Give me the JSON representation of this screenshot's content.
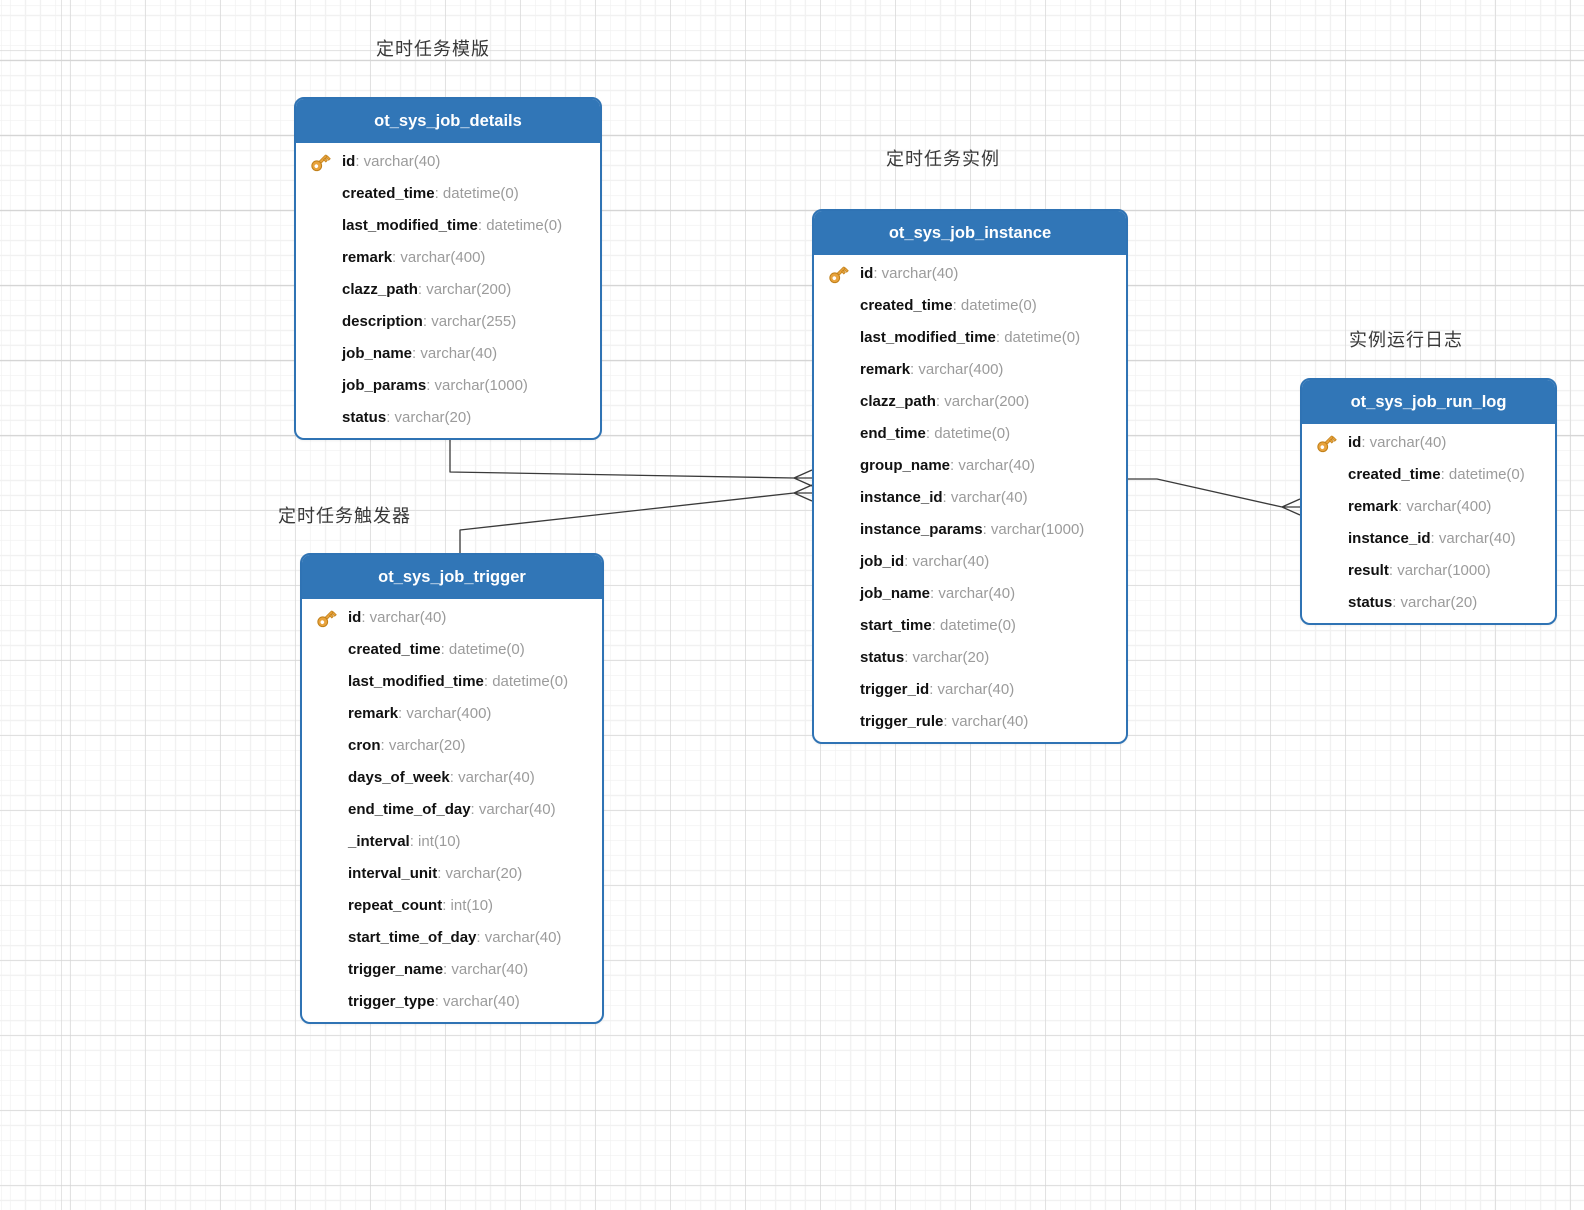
{
  "canvas": {
    "background": "#ffffff",
    "grid_minor_color": "#f1f1f1",
    "grid_major_color": "#d5d5d5"
  },
  "colors": {
    "table_header_bg": "#3176b7",
    "table_border": "#2f73b4",
    "table_header_text": "#ffffff",
    "field_name_text": "#111111",
    "field_type_text": "#9b9b9b",
    "connector_stroke": "#3a3a3a",
    "key_icon_fill": "#e8a33d",
    "key_icon_outline": "#c07f18"
  },
  "labels": [
    {
      "text": "定时任务模版"
    },
    {
      "text": "定时任务实例"
    },
    {
      "text": "实例运行日志"
    },
    {
      "text": "定时任务触发器"
    }
  ],
  "entities": [
    {
      "title": "ot_sys_job_details",
      "fields": [
        {
          "name": "id",
          "type": "varchar(40)",
          "pk": true
        },
        {
          "name": "created_time",
          "type": "datetime(0)",
          "pk": false
        },
        {
          "name": "last_modified_time",
          "type": "datetime(0)",
          "pk": false
        },
        {
          "name": "remark",
          "type": "varchar(400)",
          "pk": false
        },
        {
          "name": "clazz_path",
          "type": "varchar(200)",
          "pk": false
        },
        {
          "name": "description",
          "type": "varchar(255)",
          "pk": false
        },
        {
          "name": "job_name",
          "type": "varchar(40)",
          "pk": false
        },
        {
          "name": "job_params",
          "type": "varchar(1000)",
          "pk": false
        },
        {
          "name": "status",
          "type": "varchar(20)",
          "pk": false
        }
      ]
    },
    {
      "title": "ot_sys_job_instance",
      "fields": [
        {
          "name": "id",
          "type": "varchar(40)",
          "pk": true
        },
        {
          "name": "created_time",
          "type": "datetime(0)",
          "pk": false
        },
        {
          "name": "last_modified_time",
          "type": "datetime(0)",
          "pk": false
        },
        {
          "name": "remark",
          "type": "varchar(400)",
          "pk": false
        },
        {
          "name": "clazz_path",
          "type": "varchar(200)",
          "pk": false
        },
        {
          "name": "end_time",
          "type": "datetime(0)",
          "pk": false
        },
        {
          "name": "group_name",
          "type": "varchar(40)",
          "pk": false
        },
        {
          "name": "instance_id",
          "type": "varchar(40)",
          "pk": false
        },
        {
          "name": "instance_params",
          "type": "varchar(1000)",
          "pk": false
        },
        {
          "name": "job_id",
          "type": "varchar(40)",
          "pk": false
        },
        {
          "name": "job_name",
          "type": "varchar(40)",
          "pk": false
        },
        {
          "name": "start_time",
          "type": "datetime(0)",
          "pk": false
        },
        {
          "name": "status",
          "type": "varchar(20)",
          "pk": false
        },
        {
          "name": "trigger_id",
          "type": "varchar(40)",
          "pk": false
        },
        {
          "name": "trigger_rule",
          "type": "varchar(40)",
          "pk": false
        }
      ]
    },
    {
      "title": "ot_sys_job_trigger",
      "fields": [
        {
          "name": "id",
          "type": "varchar(40)",
          "pk": true
        },
        {
          "name": "created_time",
          "type": "datetime(0)",
          "pk": false
        },
        {
          "name": "last_modified_time",
          "type": "datetime(0)",
          "pk": false
        },
        {
          "name": "remark",
          "type": "varchar(400)",
          "pk": false
        },
        {
          "name": "cron",
          "type": "varchar(20)",
          "pk": false
        },
        {
          "name": "days_of_week",
          "type": "varchar(40)",
          "pk": false
        },
        {
          "name": "end_time_of_day",
          "type": "varchar(40)",
          "pk": false
        },
        {
          "name": "_interval",
          "type": "int(10)",
          "pk": false
        },
        {
          "name": "interval_unit",
          "type": "varchar(20)",
          "pk": false
        },
        {
          "name": "repeat_count",
          "type": "int(10)",
          "pk": false
        },
        {
          "name": "start_time_of_day",
          "type": "varchar(40)",
          "pk": false
        },
        {
          "name": "trigger_name",
          "type": "varchar(40)",
          "pk": false
        },
        {
          "name": "trigger_type",
          "type": "varchar(40)",
          "pk": false
        }
      ]
    },
    {
      "title": "ot_sys_job_run_log",
      "fields": [
        {
          "name": "id",
          "type": "varchar(40)",
          "pk": true
        },
        {
          "name": "created_time",
          "type": "datetime(0)",
          "pk": false
        },
        {
          "name": "remark",
          "type": "varchar(400)",
          "pk": false
        },
        {
          "name": "instance_id",
          "type": "varchar(40)",
          "pk": false
        },
        {
          "name": "result",
          "type": "varchar(1000)",
          "pk": false
        },
        {
          "name": "status",
          "type": "varchar(20)",
          "pk": false
        }
      ]
    }
  ],
  "relationships": [
    {
      "from": "ot_sys_job_details",
      "to": "ot_sys_job_instance",
      "cardinality": "one-to-many",
      "many_end": "ot_sys_job_instance"
    },
    {
      "from": "ot_sys_job_trigger",
      "to": "ot_sys_job_instance",
      "cardinality": "one-to-many",
      "many_end": "ot_sys_job_instance"
    },
    {
      "from": "ot_sys_job_instance",
      "to": "ot_sys_job_run_log",
      "cardinality": "one-to-many",
      "many_end": "ot_sys_job_run_log"
    }
  ]
}
